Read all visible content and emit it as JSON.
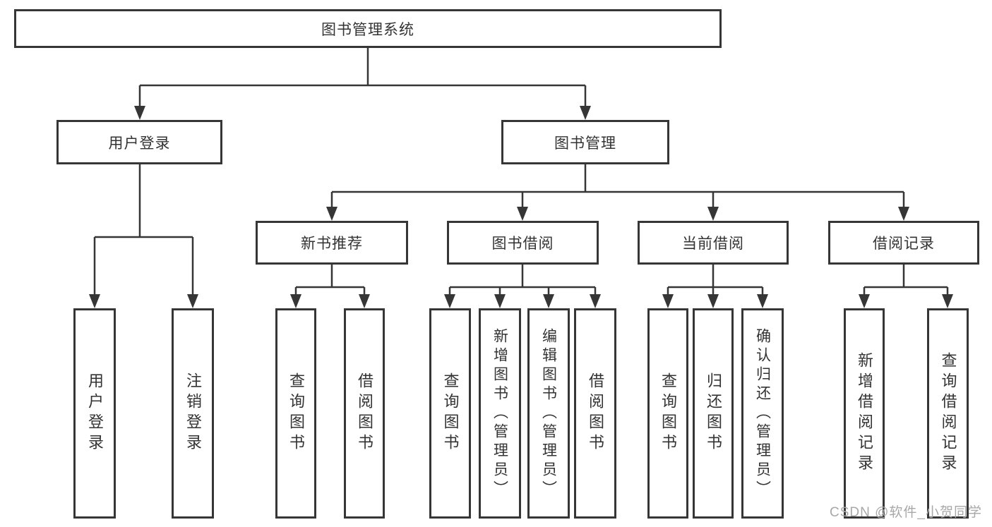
{
  "root": {
    "label": "图书管理系统",
    "children": [
      {
        "label": "用户登录",
        "children": [
          {
            "label": "用户登录"
          },
          {
            "label": "注销登录"
          }
        ]
      },
      {
        "label": "图书管理",
        "children": [
          {
            "label": "新书推荐",
            "children": [
              {
                "label": "查询图书"
              },
              {
                "label": "借阅图书"
              }
            ]
          },
          {
            "label": "图书借阅",
            "children": [
              {
                "label": "查询图书"
              },
              {
                "label": "新增图书（管理员）"
              },
              {
                "label": "编辑图书（管理员）"
              },
              {
                "label": "借阅图书"
              }
            ]
          },
          {
            "label": "当前借阅",
            "children": [
              {
                "label": "查询图书"
              },
              {
                "label": "归还图书"
              },
              {
                "label": "确认归还（管理员）"
              }
            ]
          },
          {
            "label": "借阅记录",
            "children": [
              {
                "label": "新增借阅记录"
              },
              {
                "label": "查询借阅记录"
              }
            ]
          }
        ]
      }
    ]
  },
  "watermark": "CSDN @软件_小贺同学",
  "colors": {
    "line": "#363636",
    "text": "#333333",
    "watermark": "#a8a8a8",
    "background": "#ffffff"
  }
}
